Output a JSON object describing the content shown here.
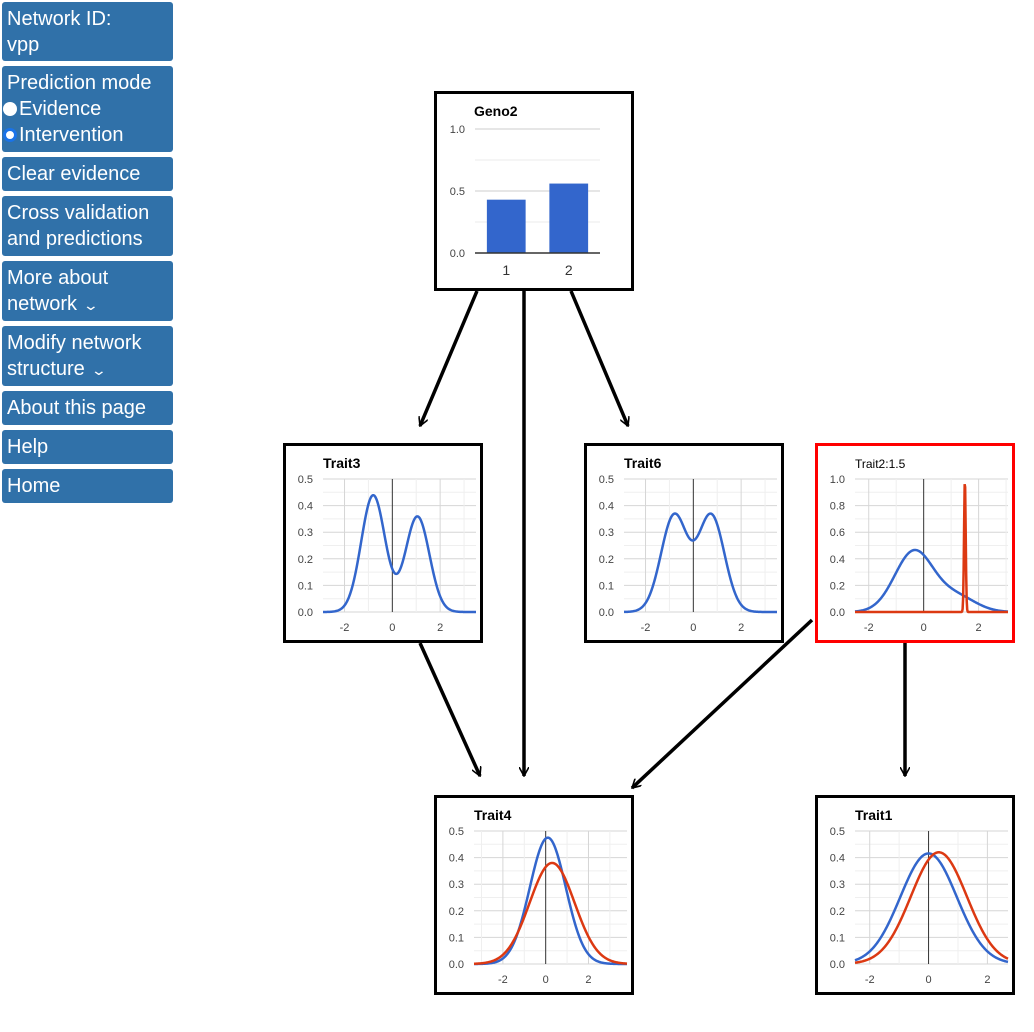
{
  "sidebar": {
    "network_id_label": "Network ID:",
    "network_id": "vpp",
    "prediction_mode": "Prediction mode",
    "mode_options": [
      {
        "label": "Evidence",
        "selected": false
      },
      {
        "label": "Intervention",
        "selected": true
      }
    ],
    "clear_evidence": "Clear evidence",
    "cross_validation_1": "Cross validation",
    "cross_validation_2": "and predictions",
    "more_about_1": "More about",
    "more_about_2": "network",
    "modify_1": "Modify network",
    "modify_2": "structure",
    "about": "About this page",
    "help": "Help",
    "home": "Home"
  },
  "colors": {
    "button": "#3071a9",
    "blue": "#3366cc",
    "red": "#dc3912",
    "evidence_border": "#ff0000"
  },
  "chart_data": [
    {
      "id": "geno2",
      "type": "bar",
      "title": "Geno2",
      "categories": [
        "1",
        "2"
      ],
      "values": [
        0.43,
        0.56
      ],
      "ylim": [
        0,
        1
      ],
      "yticks": [
        "1.0",
        "0.5",
        "0.0"
      ]
    },
    {
      "id": "trait3",
      "type": "line",
      "title": "Trait3",
      "xlim": [
        -2.9,
        3.5
      ],
      "ylim": [
        0,
        0.5
      ],
      "xticks": [
        -2,
        0,
        2
      ],
      "yticks": [
        "0.5",
        "0.4",
        "0.3",
        "0.2",
        "0.1",
        "0.0"
      ],
      "series": [
        {
          "name": "prior",
          "color": "#3366cc",
          "mixture": [
            [
              0.55,
              -0.8,
              0.5
            ],
            [
              0.45,
              1.05,
              0.5
            ]
          ]
        }
      ]
    },
    {
      "id": "trait6",
      "type": "line",
      "title": "Trait6",
      "xlim": [
        -2.9,
        3.5
      ],
      "ylim": [
        0,
        0.5
      ],
      "xticks": [
        -2,
        0,
        2
      ],
      "yticks": [
        "0.5",
        "0.4",
        "0.3",
        "0.2",
        "0.1",
        "0.0"
      ],
      "series": [
        {
          "name": "prior",
          "color": "#3366cc",
          "mixture": [
            [
              0.5,
              -0.8,
              0.55
            ],
            [
              0.5,
              0.75,
              0.55
            ]
          ]
        }
      ]
    },
    {
      "id": "trait2",
      "type": "line",
      "title": "Trait2:1.5",
      "evidence": true,
      "xlim": [
        -2.5,
        3.07
      ],
      "ylim": [
        0,
        1
      ],
      "xticks": [
        -2,
        0,
        2
      ],
      "yticks": [
        "1.0",
        "0.8",
        "0.6",
        "0.4",
        "0.2",
        "0.0"
      ],
      "series": [
        {
          "name": "prior",
          "color": "#3366cc",
          "mixture": [
            [
              0.8,
              -0.35,
              0.7
            ],
            [
              0.2,
              1.2,
              0.7
            ]
          ]
        },
        {
          "name": "evidence",
          "color": "#dc3912",
          "mixture": [
            [
              0.075,
              1.5,
              0.03
            ]
          ]
        }
      ]
    },
    {
      "id": "trait4",
      "type": "line",
      "title": "Trait4",
      "xlim": [
        -3.35,
        3.8
      ],
      "ylim": [
        0,
        0.5
      ],
      "xticks": [
        -2,
        0,
        2
      ],
      "yticks": [
        "0.5",
        "0.4",
        "0.3",
        "0.2",
        "0.1",
        "0.0"
      ],
      "series": [
        {
          "name": "prior",
          "color": "#3366cc",
          "mixture": [
            [
              1,
              0.1,
              0.84
            ]
          ]
        },
        {
          "name": "posterior",
          "color": "#dc3912",
          "mixture": [
            [
              1,
              0.3,
              1.05
            ]
          ]
        }
      ]
    },
    {
      "id": "trait1",
      "type": "line",
      "title": "Trait1",
      "xlim": [
        -2.5,
        2.7
      ],
      "ylim": [
        0,
        0.5
      ],
      "xticks": [
        -2,
        0,
        2
      ],
      "yticks": [
        "0.5",
        "0.4",
        "0.3",
        "0.2",
        "0.1",
        "0.0"
      ],
      "series": [
        {
          "name": "prior",
          "color": "#3366cc",
          "mixture": [
            [
              1,
              0,
              0.96
            ]
          ]
        },
        {
          "name": "posterior",
          "color": "#dc3912",
          "mixture": [
            [
              1,
              0.35,
              0.95
            ]
          ]
        }
      ]
    }
  ]
}
